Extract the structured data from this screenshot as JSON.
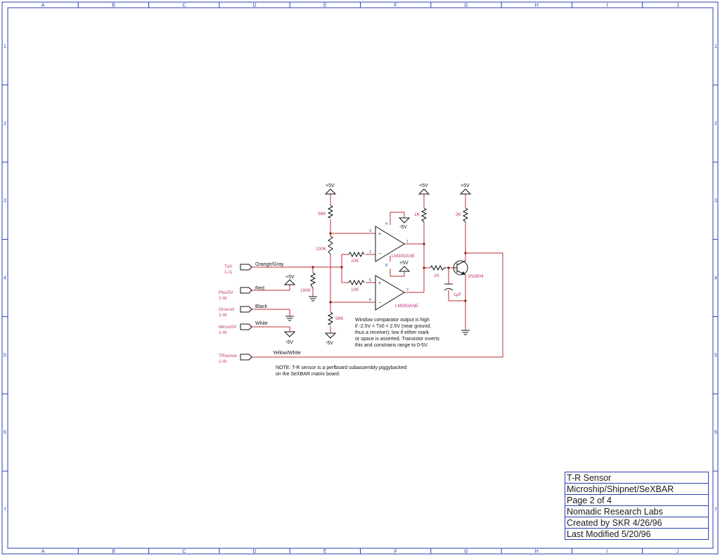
{
  "frame": {
    "columns": [
      "A",
      "B",
      "C",
      "D",
      "E",
      "F",
      "G",
      "H",
      "I",
      "J"
    ],
    "rows": [
      "1",
      "2",
      "3",
      "4",
      "5",
      "6",
      "7"
    ],
    "border_color": "#2b3fb0"
  },
  "connectors": [
    {
      "name": "Tx0",
      "ref": "1-I1",
      "wire": "Orange/Gray"
    },
    {
      "name": "Plus5V",
      "ref": "1-I6",
      "wire": "Red"
    },
    {
      "name": "Ground",
      "ref": "1-I6",
      "wire": "Black"
    },
    {
      "name": "Minus5V",
      "ref": "1-I6",
      "wire": "White"
    },
    {
      "name": "TRsense",
      "ref": "1-I6",
      "wire": "Yellow/White"
    }
  ],
  "supplies": {
    "plus": "+5V",
    "minus": "-5V"
  },
  "components": {
    "r_56k_top": "56K",
    "r_100k": "100K",
    "r_56k_bottom": "56K",
    "r_180k": "180K",
    "r_10k_upper": "10K",
    "r_10k_lower": "10K",
    "r_1k_pullup": "1K",
    "r_1k_base": "1K",
    "r_3k": "3K",
    "cap": "1µF",
    "comparator_upper": "LM393ANE",
    "comparator_lower": "LM393ANE",
    "transistor": "2N3904"
  },
  "pins": {
    "u_plus": "3",
    "u_minus": "2",
    "u_out": "1",
    "u_vcc": "4",
    "u_gnd": "8",
    "l_plus": "5",
    "l_minus": "6",
    "l_out": "7"
  },
  "notes": {
    "comparator_note": [
      "Window comparator output is high",
      "if -2.5V < Tx0 < 2.5V (near ground,",
      "thus a receiver); low if either mark",
      "or space is asserted.  Transistor inverts",
      "this and constrains range to 0-5V."
    ],
    "sensor_note": [
      "NOTE:  T-R sensor is a perfboard subassembly piggybacked",
      "on the SeXBAR matrix board."
    ]
  },
  "title_block": {
    "title": "T-R Sensor",
    "project": "Microship/Shipnet/SeXBAR",
    "page": "Page 2 of 4",
    "organization": "Nomadic Research Labs",
    "created": "Created by SKR 4/26/96",
    "modified": "Last Modified 5/20/96"
  },
  "colors": {
    "wire": "#b8312f",
    "label": "#c2347a",
    "pin_number": "#2b3fb0"
  }
}
